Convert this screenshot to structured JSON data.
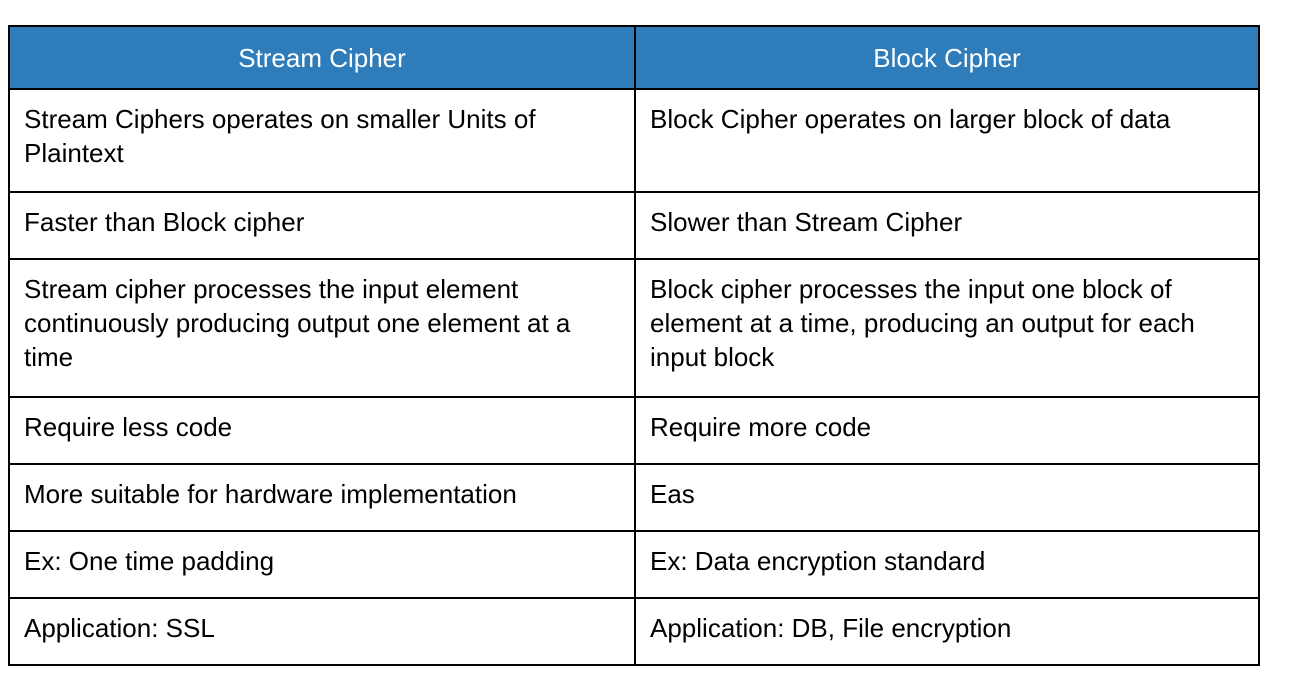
{
  "table": {
    "title": "Stream Cipher vs Block Cipher comparison table",
    "accent_color": "#2e7cba",
    "header_text_color": "#ffffff",
    "border_color": "#000000",
    "body_text_color": "#000000",
    "background_color": "#ffffff",
    "columns": [
      {
        "key": "stream",
        "label": "Stream Cipher"
      },
      {
        "key": "block",
        "label": "Block Cipher"
      }
    ],
    "rows": [
      {
        "size": "tall",
        "stream": "Stream Ciphers operates on smaller Units of Plaintext",
        "block": "Block Cipher operates on larger block of data"
      },
      {
        "size": "short",
        "stream": "Faster than Block cipher",
        "block": "Slower than Stream Cipher"
      },
      {
        "size": "xtall",
        "stream": "Stream cipher processes the input element continuously producing output one element at a time",
        "block": "Block cipher processes the input one block of element at a time, producing an output for each input block"
      },
      {
        "size": "short",
        "stream": "Require less code",
        "block": "Require more code"
      },
      {
        "size": "short",
        "stream": "More suitable for hardware implementation",
        "block": "Eas"
      },
      {
        "size": "short",
        "stream": "Ex: One time padding",
        "block": "Ex: Data encryption standard"
      },
      {
        "size": "short",
        "stream": "Application: SSL",
        "block": "Application: DB, File encryption"
      }
    ]
  }
}
